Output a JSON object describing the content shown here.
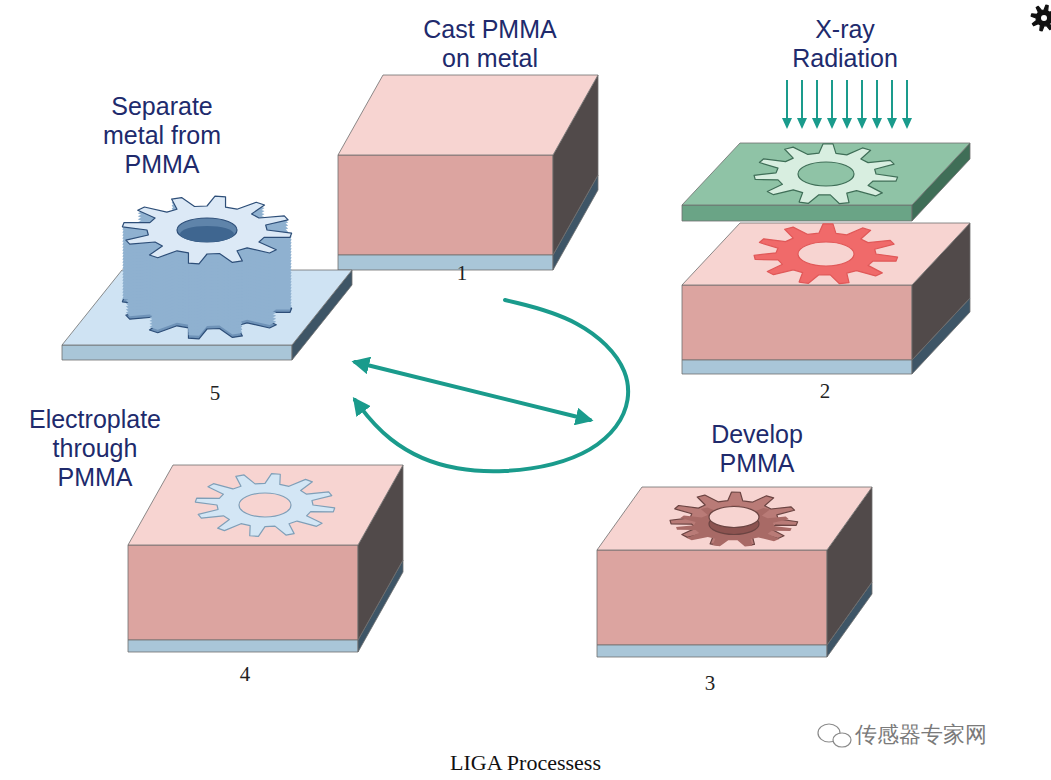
{
  "diagram": {
    "caption": "LIGA Processess",
    "nodes": [
      {
        "text": [
          "Cast PMMA on metal",
          "1"
        ]
      },
      {
        "text": [
          "X-ray Radiation",
          "2"
        ]
      },
      {
        "text": [
          "Develop PMMA",
          "3"
        ]
      },
      {
        "text": [
          "Electroplate through PMMA",
          "4"
        ]
      },
      {
        "text": [
          "Separate metal from PMMA",
          "5"
        ]
      }
    ],
    "edges": [
      {
        "from": 0,
        "to": 4,
        "arrow": "to"
      },
      {
        "from": 4,
        "to": 2,
        "arrow": "both"
      }
    ],
    "labels": [
      "传感器专家网"
    ]
  }
}
